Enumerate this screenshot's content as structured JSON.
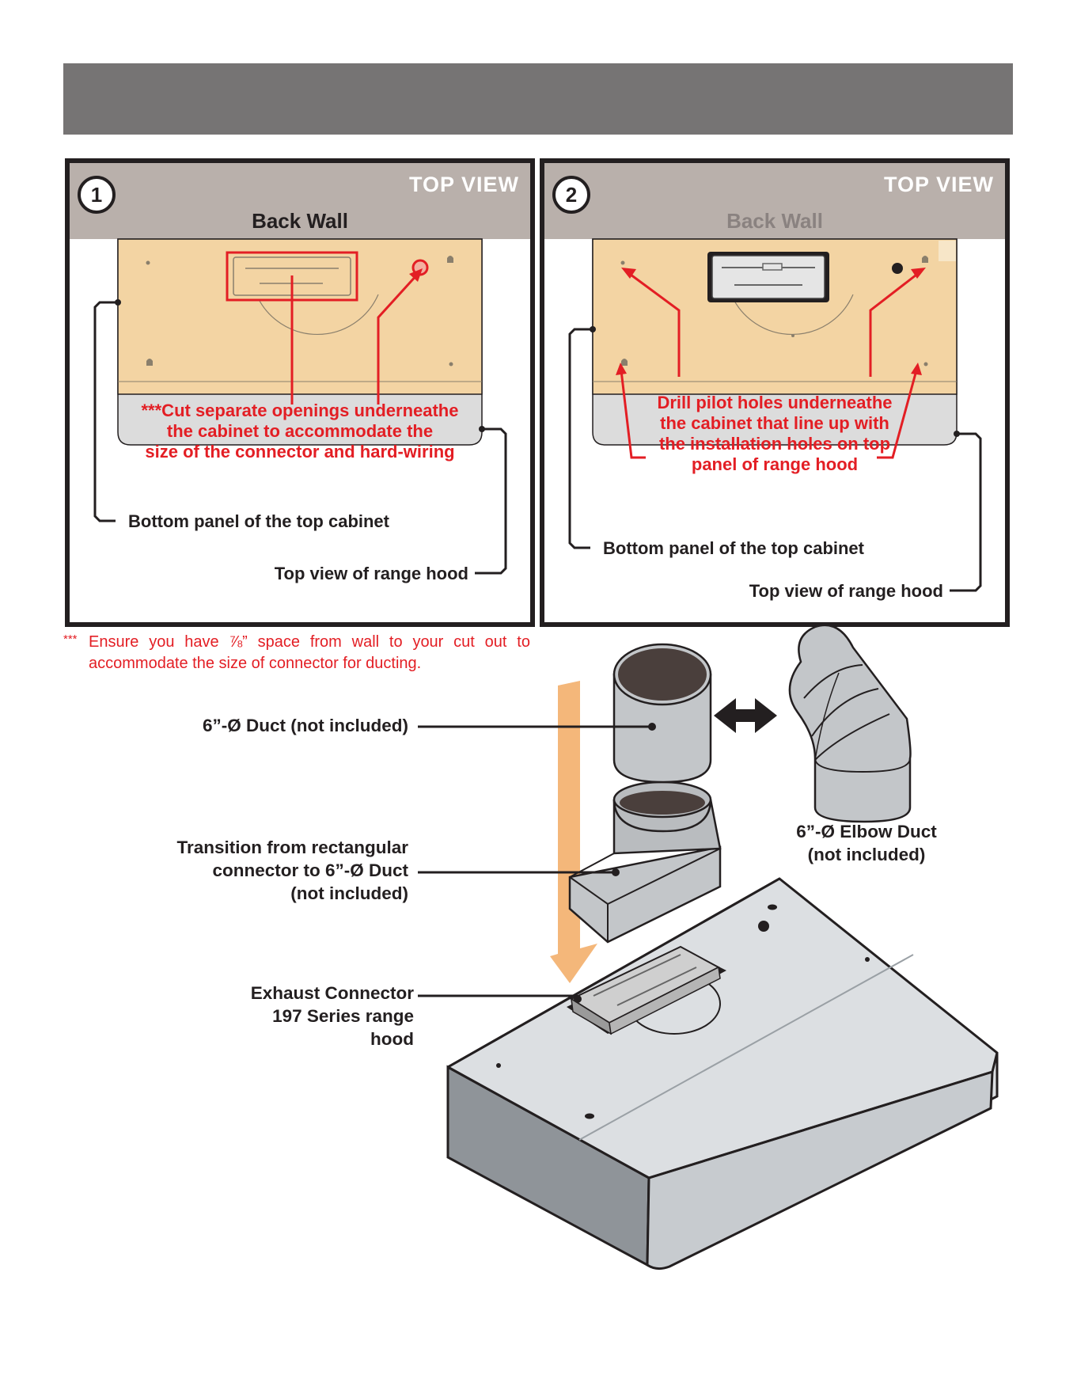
{
  "panels": [
    {
      "number": "1",
      "view_label": "TOP VIEW",
      "wall_label": "Back Wall",
      "instruction": [
        "***Cut separate openings underneathe",
        "the cabinet to accommodate the",
        "size of the connector and hard-wiring"
      ],
      "cabinet_label": "Bottom panel of the top cabinet",
      "hood_label": "Top view of range hood"
    },
    {
      "number": "2",
      "view_label": "TOP VIEW",
      "wall_label": "Back Wall",
      "instruction": [
        "Drill pilot holes underneathe",
        "the cabinet that line up with",
        "the installation holes on top",
        "panel of range hood"
      ],
      "cabinet_label": "Bottom panel of the top cabinet",
      "hood_label": "Top view of range hood"
    }
  ],
  "note": {
    "stars": "***",
    "text": "Ensure you have ⅞” space from wall to your cut out to accommodate the size of connector for ducting."
  },
  "diagram": {
    "duct_label": "6”-Ø Duct (not included)",
    "transition_label": [
      "Transition from rectangular",
      "connector to 6”-Ø Duct",
      "(not included)"
    ],
    "elbow_label": [
      "6”-Ø Elbow Duct",
      "(not included)"
    ],
    "exhaust_label": [
      "Exhaust Connector",
      "197 Series range",
      "hood"
    ]
  },
  "colors": {
    "header": "#767474",
    "cabinet": "#f3d4a3",
    "hood_top": "#dcdcdc",
    "accent_red": "#e31e24",
    "direction_arrow": "#f4b77a",
    "ink": "#231f20"
  }
}
